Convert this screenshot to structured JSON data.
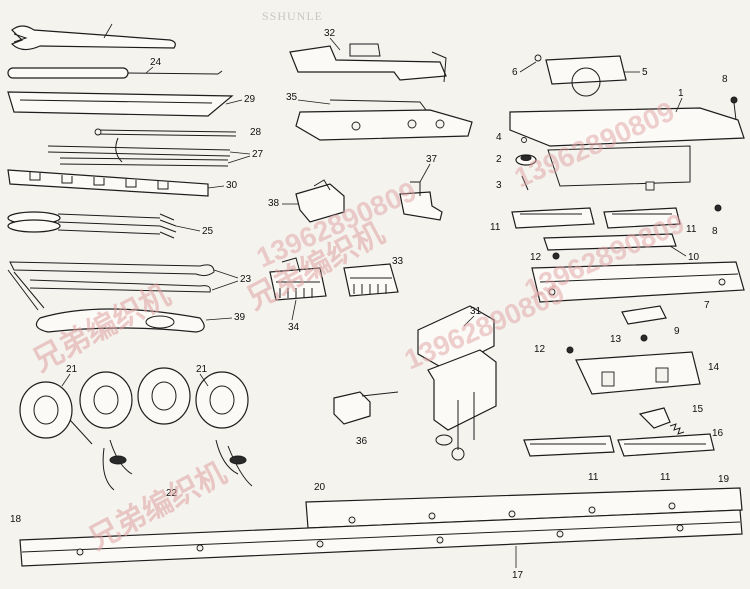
{
  "header_ghost_text": "SSHUNLE",
  "watermarks": {
    "brand_cn": "兄弟编织机",
    "phone": "13962890809"
  },
  "callouts": {
    "n1": "1",
    "n2": "2",
    "n3": "3",
    "n4": "4",
    "n5": "5",
    "n6": "6",
    "n7": "7",
    "n8": "8",
    "n9": "9",
    "n10": "10",
    "n11": "11",
    "n12": "12",
    "n13": "13",
    "n14": "14",
    "n15": "15",
    "n16": "16",
    "n17": "17",
    "n18": "18",
    "n19": "19",
    "n20": "20",
    "n21": "21",
    "n22": "22",
    "n23": "23",
    "n24": "24",
    "n25": "25",
    "n27": "27",
    "n28": "28",
    "n29": "29",
    "n30": "30",
    "n31": "31",
    "n32": "32",
    "n33": "33",
    "n34": "34",
    "n35": "35",
    "n36": "36",
    "n37": "37",
    "n38": "38",
    "n39": "39"
  }
}
